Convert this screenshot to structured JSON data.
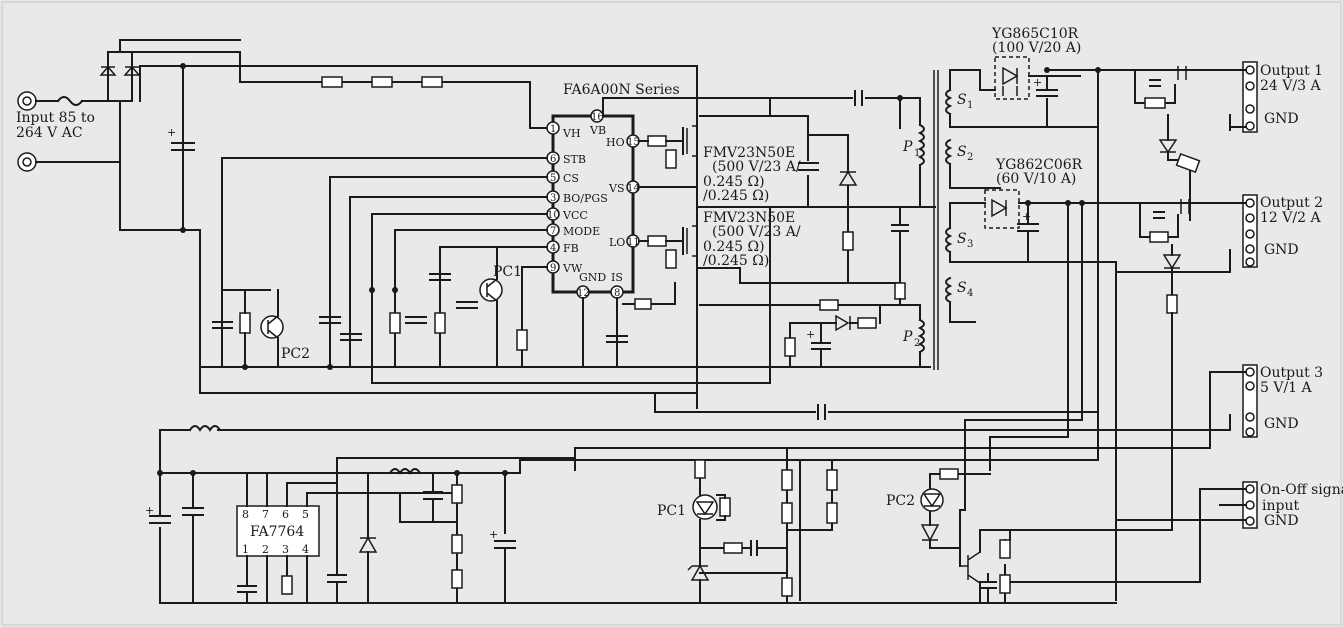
{
  "input": {
    "label_line1": "Input 85 to",
    "label_line2": "264 V AC"
  },
  "ic_main": {
    "title": "FA6A00N Series",
    "pins": [
      {
        "num": "1",
        "name": "VH"
      },
      {
        "num": "6",
        "name": "STB"
      },
      {
        "num": "5",
        "name": "CS"
      },
      {
        "num": "3",
        "name": "BO/PGS"
      },
      {
        "num": "10",
        "name": "VCC"
      },
      {
        "num": "7",
        "name": "MODE"
      },
      {
        "num": "4",
        "name": "FB"
      },
      {
        "num": "9",
        "name": "VW"
      }
    ],
    "pin16": {
      "num": "16",
      "name": "VB"
    },
    "pin15": {
      "num": "15",
      "name": "HO"
    },
    "pin14": {
      "num": "14",
      "name": "VS"
    },
    "pin11": {
      "num": "11",
      "name": "LO"
    },
    "pin12": {
      "num": "12",
      "name": "GND"
    },
    "pin8": {
      "num": "8",
      "name": "IS"
    }
  },
  "mosfet_hi": {
    "line1": "FMV23N50E",
    "line2": "(500 V/23 A/",
    "line3": "0.245 Ω)",
    "line4": "/0.245 Ω)"
  },
  "mosfet_lo": {
    "line1": "FMV23N50E",
    "line2": "(500 V/23 A/",
    "line3": "0.245 Ω)",
    "line4": "/0.245 Ω)"
  },
  "diode1": {
    "line1": "YG865C10R",
    "line2": "(100 V/20 A)"
  },
  "diode2": {
    "line1": "YG862C06R",
    "line2": "(60 V/10 A)"
  },
  "windings": {
    "p1": "P",
    "p1_sub": "1",
    "p2": "P",
    "p2_sub": "2",
    "s1": "S",
    "s1_sub": "1",
    "s2": "S",
    "s2_sub": "2",
    "s3": "S",
    "s3_sub": "3",
    "s4": "S",
    "s4_sub": "4"
  },
  "outputs": {
    "out1_line1": "Output 1",
    "out1_line2": "24 V/3 A",
    "out1_gnd": "GND",
    "out2_line1": "Output 2",
    "out2_line2": "12 V/2 A",
    "out2_gnd": "GND",
    "out3_line1": "Output 3",
    "out3_line2": "5 V/1 A",
    "out3_gnd": "GND",
    "onoff_line1": "On-Off signal",
    "onoff_line2": "input",
    "onoff_gnd": "GND"
  },
  "opto": {
    "pc1": "PC1",
    "pc2": "PC2"
  },
  "ic_aux": {
    "name": "FA7764",
    "top_pins": [
      "8",
      "7",
      "6",
      "5"
    ],
    "bottom_pins": [
      "1",
      "2",
      "3",
      "4"
    ]
  },
  "plus_sign": "+"
}
